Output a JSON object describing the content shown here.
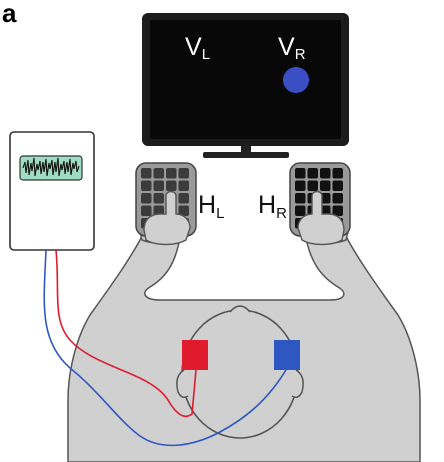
{
  "panel": {
    "label": "a"
  },
  "screen": {
    "left_label": {
      "main": "V",
      "sub": "L"
    },
    "right_label": {
      "main": "V",
      "sub": "R"
    },
    "stimulus_color": "#3a4fc4",
    "frame_color": "#1c1c1c"
  },
  "keypads": {
    "left_label": {
      "main": "H",
      "sub": "L"
    },
    "right_label": {
      "main": "H",
      "sub": "R"
    },
    "left_color": "#3b3b3b",
    "right_color": "#111111"
  },
  "electrodes": {
    "left_color": "#e01b2e",
    "right_color": "#2f57c2"
  },
  "device": {
    "icon": "eeg-signal-icon",
    "screen_color": "#9fdcc4"
  },
  "body": {
    "skin_color": "#d0d0d0",
    "outline_color": "#555555"
  }
}
